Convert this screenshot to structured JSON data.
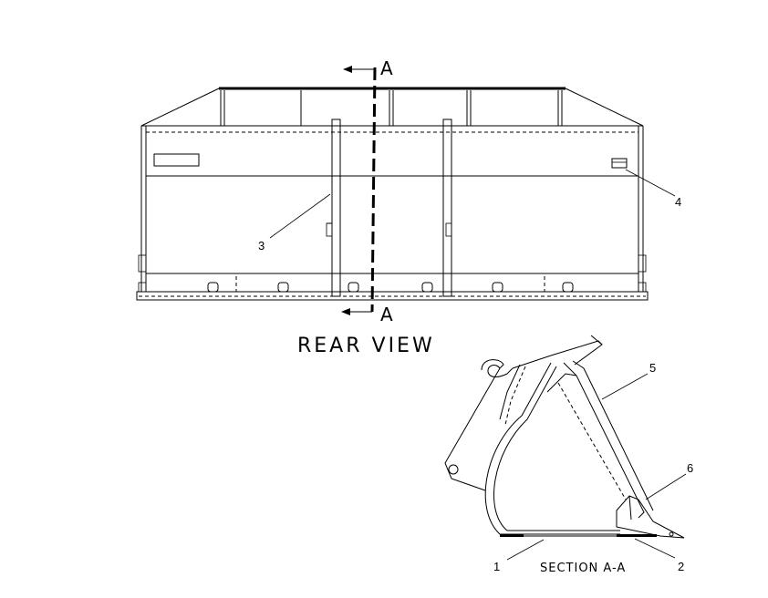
{
  "section_marker": {
    "top_letter": "A",
    "bottom_letter": "A"
  },
  "views": {
    "rear_view_title": "REAR VIEW",
    "section_title": "SECTION A-A"
  },
  "callouts": [
    {
      "id": "1",
      "label": "1"
    },
    {
      "id": "2",
      "label": "2"
    },
    {
      "id": "3",
      "label": "3"
    },
    {
      "id": "4",
      "label": "4"
    },
    {
      "id": "5",
      "label": "5"
    },
    {
      "id": "6",
      "label": "6"
    }
  ]
}
